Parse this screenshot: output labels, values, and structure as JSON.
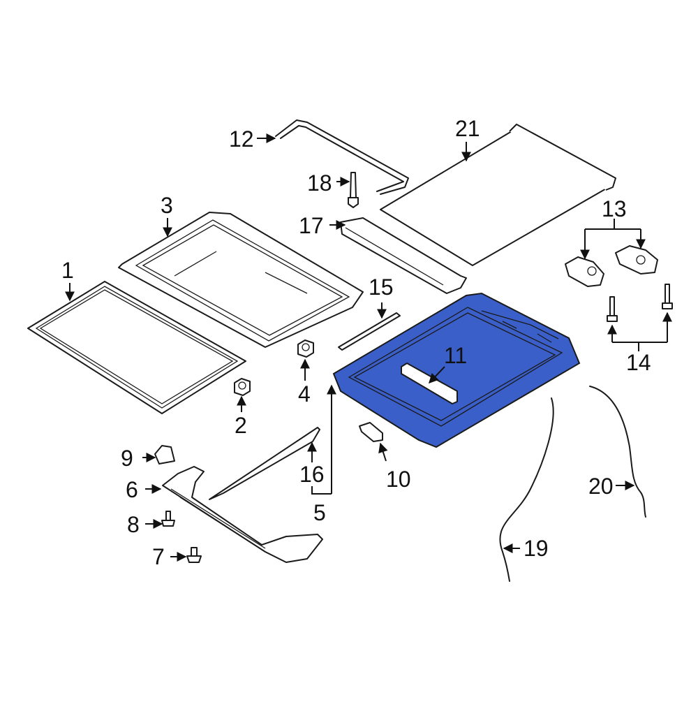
{
  "diagram": {
    "highlight_color": "#3b5fc9",
    "line_color": "#1a1a1a",
    "highlighted_part": "11",
    "callouts": {
      "c1": "1",
      "c2": "2",
      "c3": "3",
      "c4": "4",
      "c5": "5",
      "c6": "6",
      "c7": "7",
      "c8": "8",
      "c9": "9",
      "c10": "10",
      "c11": "11",
      "c12": "12",
      "c13": "13",
      "c14": "14",
      "c15": "15",
      "c16": "16",
      "c17": "17",
      "c18": "18",
      "c19": "19",
      "c20": "20",
      "c21": "21"
    }
  }
}
